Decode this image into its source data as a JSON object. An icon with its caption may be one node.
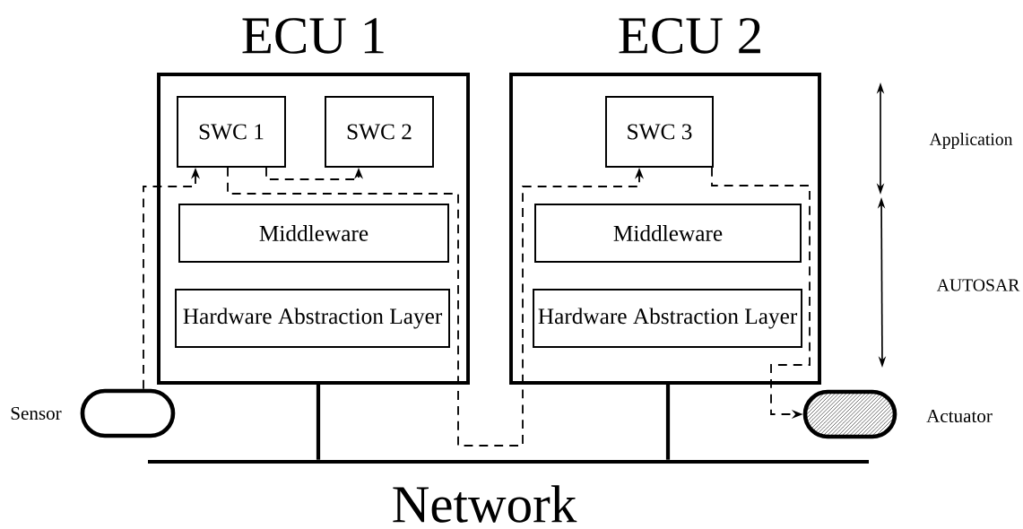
{
  "diagram": {
    "nodes": [
      {
        "text": [
          "ECU 1"
        ]
      },
      {
        "text": [
          "SWC 1"
        ],
        "in": 0
      },
      {
        "text": [
          "SWC 2"
        ],
        "in": 0
      },
      {
        "text": [
          "Middleware"
        ],
        "in": 0
      },
      {
        "text": [
          "Hardware Abstraction Layer"
        ],
        "in": 0
      },
      {
        "text": [
          "ECU 2"
        ]
      },
      {
        "text": [
          "SWC 3"
        ],
        "in": 5
      },
      {
        "text": [
          "Middleware"
        ],
        "in": 5
      },
      {
        "text": [
          "Hardware Abstraction Layer"
        ],
        "in": 5
      },
      {
        "text": [],
        "shape": "capsule",
        "beside": [
          "Sensor"
        ]
      },
      {
        "text": [],
        "shape": "capsule",
        "beside": [
          "Actuator"
        ]
      },
      {
        "text": [
          "Network"
        ]
      }
    ],
    "edges": [
      {
        "from": 9,
        "to": 1,
        "arrow": "to",
        "style": "dashed"
      },
      {
        "from": 1,
        "to": 2,
        "arrow": "to",
        "style": "dashed"
      },
      {
        "from": 1,
        "to": 6,
        "arrow": "to",
        "style": "dashed"
      },
      {
        "from": 6,
        "to": 10,
        "arrow": "to",
        "style": "dashed"
      },
      {
        "from": 0,
        "to": 11,
        "arrow": "none",
        "style": "thick"
      },
      {
        "from": 5,
        "to": 11,
        "arrow": "none",
        "style": "thick"
      }
    ],
    "labels": [
      "Application",
      "AUTOSAR"
    ]
  }
}
